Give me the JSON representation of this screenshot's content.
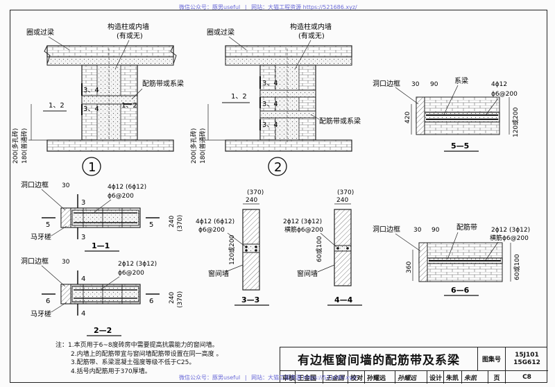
{
  "watermark": {
    "wechat": "微信公众号：豚男useful",
    "sep": "|",
    "site": "网站：大猫工程资源 https://521686.xyz/"
  },
  "fig1": {
    "ring_beam": "圈或过梁",
    "column_label": "构造柱或内墙",
    "column_sub": "(有或无)",
    "rebar_band": "配筋带或系梁",
    "sect_a": "3、4",
    "sect_b": "1、2",
    "dim_porous": "200(多孔砖)",
    "dim_common": "180(普通砖)",
    "circle": "1"
  },
  "fig2": {
    "ring_beam": "圈或过梁",
    "column_label": "构造柱或内墙",
    "column_sub": "(有或无)",
    "rebar_band": "配筋带或系梁",
    "sect_a": "3、4",
    "sect_b": "1、2",
    "dim_porous": "200(多孔砖)",
    "dim_common": "180(普通砖)",
    "circle": "2"
  },
  "sec55": {
    "opening_frame": "洞口边框",
    "tie_beam": "系梁",
    "d30": "30",
    "d90": "90",
    "rebar_main": "4ϕ12",
    "rebar_stir": "ϕ6@200",
    "d420": "420",
    "d120": "120或200",
    "title": "5—5"
  },
  "sec11": {
    "opening_frame": "洞口边框",
    "d30": "30",
    "rebar_main": "4ϕ12 (6ϕ12)",
    "rebar_stir": "ϕ6@200",
    "cut": "3",
    "cut_side": "5",
    "d240": "240",
    "d370": "(370)",
    "toothing": "马牙槎",
    "title": "1—1"
  },
  "sec22": {
    "opening_frame": "洞口边框",
    "d30": "30",
    "rebar_main": "2ϕ12 (3ϕ12)",
    "rebar_stir": "ϕ6@200",
    "cut": "4",
    "cut_side": "6",
    "d240": "240",
    "d370": "(370)",
    "toothing": "马牙槎",
    "title": "2—2"
  },
  "sec33": {
    "d370": "(370)",
    "d240": "240",
    "rebar_main": "4ϕ12 (6ϕ12)",
    "rebar_stir": "ϕ6@200",
    "height": "120或200",
    "wall": "窗间墙",
    "title": "3—3"
  },
  "sec44": {
    "d370": "(370)",
    "d240": "240",
    "rebar_main": "2ϕ12 (3ϕ12)",
    "rebar_stir": "横筋ϕ6@200",
    "height": "60或100",
    "wall": "窗间墙",
    "title": "4—4"
  },
  "sec66": {
    "opening_frame": "洞口边框",
    "rebar_band": "配筋带",
    "d30": "30",
    "d90": "90",
    "rebar_main": "2ϕ12 (3ϕ12)",
    "rebar_stir": "横筋ϕ6@200",
    "d360": "360",
    "d60": "60或100",
    "title": "6—6"
  },
  "notes": [
    "注：1.本页用于6~8度砖房中需要提高抗震能力的窗间墙。",
    "2.内墙上的配筋带宜与窗间墙配筋带设置在同一高度 。",
    "3.配筋带、系梁混凝土强度等级不低于C25。",
    "4.括号内配筋用于370厚墙。"
  ],
  "title_block": {
    "title": "有边框窗间墙的配筋带及系梁",
    "atlas_label": "图集号",
    "atlas_no1": "15J101",
    "atlas_no2": "15G612",
    "review_label": "审核",
    "reviewer": "王金国",
    "review_sig": "王金国",
    "check_label": "校对",
    "checker": "孙耀远",
    "check_sig": "孙耀远",
    "design_label": "设计",
    "designer": "朱凯",
    "design_sig": "朱凯",
    "page_label": "页",
    "page_no": "C8"
  }
}
